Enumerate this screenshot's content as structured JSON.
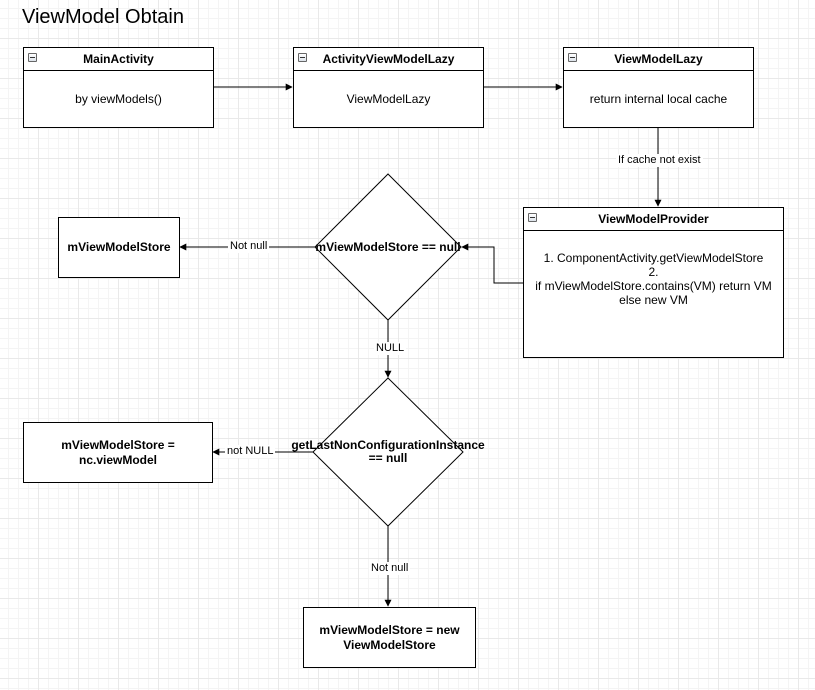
{
  "diagram": {
    "title": "ViewModel Obtain",
    "boxes": {
      "main_activity": {
        "header": "MainActivity",
        "body": "by viewModels()"
      },
      "activity_vm_lazy": {
        "header": "ActivityViewModelLazy",
        "body": "ViewModelLazy"
      },
      "vm_lazy": {
        "header": "ViewModelLazy",
        "body": "return internal local cache"
      },
      "vm_provider": {
        "header": "ViewModelProvider",
        "body_lines": [
          "1. ComponentActivity.getViewModelStore",
          "2.",
          "if mViewModelStore.contains(VM) return VM",
          "else new VM"
        ]
      },
      "store_result": {
        "text": "mViewModelStore"
      },
      "nc_result": {
        "lines": [
          "mViewModelStore =",
          "nc.viewModel"
        ]
      },
      "new_store": {
        "lines": [
          "mViewModelStore = new",
          "ViewModelStore"
        ]
      }
    },
    "decisions": {
      "store_null": {
        "text": "mViewModelStore == null"
      },
      "nc_null": {
        "lines": [
          "getLastNonConfigurationInstance",
          "== null"
        ]
      }
    },
    "edge_labels": {
      "cache_missing": "If cache not exist",
      "store_not_null": "Not null",
      "store_null": "NULL",
      "nc_not_null": "not NULL",
      "nc_null": "Not null"
    }
  }
}
